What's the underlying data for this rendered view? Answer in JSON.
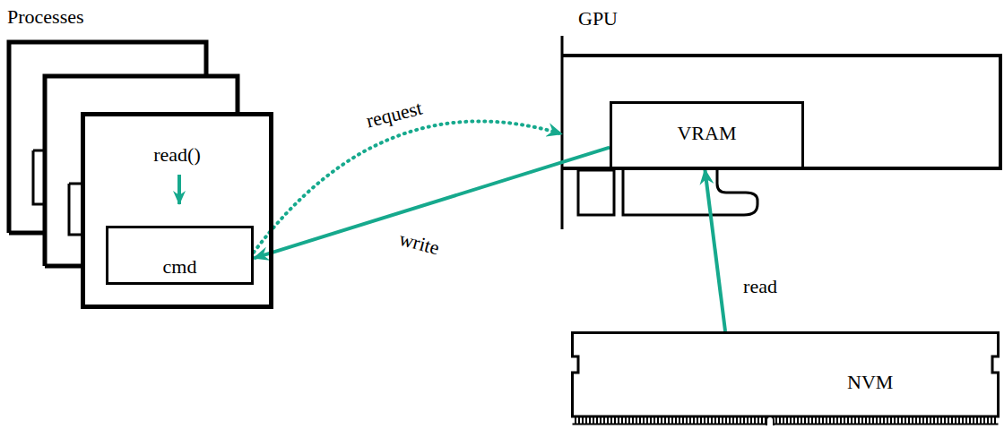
{
  "diagram": {
    "nodes": [
      {
        "text": [
          "read()"
        ]
      },
      {
        "text": [
          "cmd"
        ],
        "in": 0
      },
      {
        "text": [
          "GPU"
        ]
      },
      {
        "text": [
          "VRAM"
        ],
        "in": 2
      },
      {
        "text": [
          "NVM"
        ]
      }
    ],
    "edges": [
      {
        "from": 1,
        "to": 2,
        "arrow": "to",
        "label": "request"
      },
      {
        "from": 3,
        "to": 1,
        "arrow": "to",
        "label": "write"
      },
      {
        "from": 4,
        "to": 3,
        "arrow": "to",
        "label": "read"
      }
    ],
    "labels": [
      "Processes"
    ]
  }
}
